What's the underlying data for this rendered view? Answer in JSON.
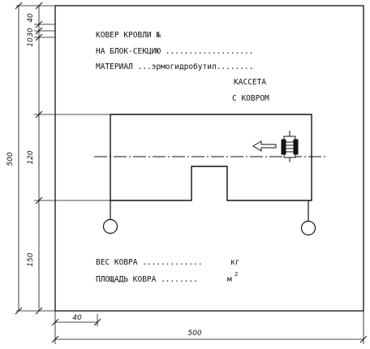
{
  "labels": {
    "line1": "КОВЕР КРОВЛИ №",
    "line2": "НА БЛОК-СЕКЦИЮ ...................",
    "line3": "МАТЕРИАЛ ...эрмогидробутил........",
    "cassette_1": "КАССЕТА",
    "cassette_2": "С КОВРОМ",
    "weight": "ВЕС КОВРА .............",
    "weight_unit": "кг",
    "area": "ПЛОЩАДЬ КОВРА  ........",
    "area_unit": "м",
    "area_unit_exp": "2"
  },
  "dimensions": {
    "top_40": "40",
    "top_30": "30",
    "top_10": "10",
    "mid_120": "120",
    "bottom_150": "150",
    "total_height": "500",
    "left_40": "40",
    "total_width": "500"
  }
}
